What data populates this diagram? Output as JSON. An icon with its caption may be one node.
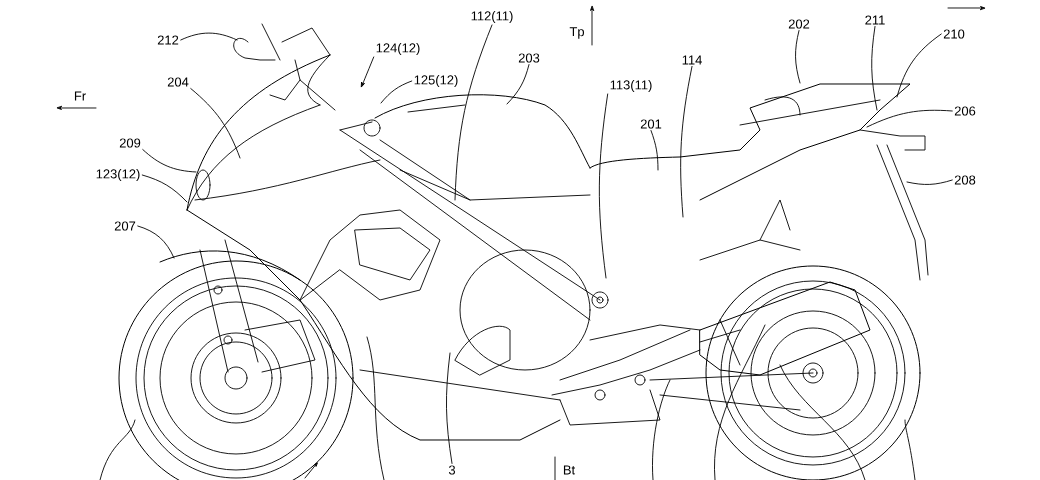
{
  "diagram": {
    "nodes": [
      {
        "text": [
          "212"
        ]
      },
      {
        "text": [
          "204"
        ]
      },
      {
        "text": [
          "209"
        ]
      },
      {
        "text": [
          "123(12)"
        ]
      },
      {
        "text": [
          "207"
        ]
      },
      {
        "text": [
          "124(12)"
        ]
      },
      {
        "text": [
          "125(12)"
        ]
      },
      {
        "text": [
          "112(11)"
        ]
      },
      {
        "text": [
          "203"
        ]
      },
      {
        "text": [
          "113(11)"
        ]
      },
      {
        "text": [
          "114"
        ]
      },
      {
        "text": [
          "201"
        ]
      },
      {
        "text": [
          "202"
        ]
      },
      {
        "text": [
          "211"
        ]
      },
      {
        "text": [
          "210"
        ]
      },
      {
        "text": [
          "206"
        ]
      },
      {
        "text": [
          "208"
        ]
      },
      {
        "text": [
          "3"
        ]
      }
    ],
    "edges": [
      {
        "from": 0,
        "to": null,
        "arrow": "none"
      },
      {
        "from": 1,
        "to": null,
        "arrow": "none"
      },
      {
        "from": 2,
        "to": null,
        "arrow": "none"
      },
      {
        "from": 3,
        "to": null,
        "arrow": "none"
      },
      {
        "from": 4,
        "to": null,
        "arrow": "none"
      },
      {
        "from": 5,
        "to": null,
        "arrow": "to"
      },
      {
        "from": 6,
        "to": null,
        "arrow": "none"
      },
      {
        "from": 7,
        "to": null,
        "arrow": "none"
      },
      {
        "from": 8,
        "to": null,
        "arrow": "none"
      },
      {
        "from": 9,
        "to": null,
        "arrow": "none"
      },
      {
        "from": 10,
        "to": null,
        "arrow": "none"
      },
      {
        "from": 11,
        "to": null,
        "arrow": "none"
      },
      {
        "from": 12,
        "to": null,
        "arrow": "none"
      },
      {
        "from": 13,
        "to": null,
        "arrow": "none"
      },
      {
        "from": 14,
        "to": null,
        "arrow": "none"
      },
      {
        "from": 15,
        "to": null,
        "arrow": "none"
      },
      {
        "from": 16,
        "to": null,
        "arrow": "none"
      },
      {
        "from": 17,
        "to": null,
        "arrow": "none"
      }
    ],
    "labels": [
      "Fr",
      "Tp",
      "Bt"
    ]
  }
}
